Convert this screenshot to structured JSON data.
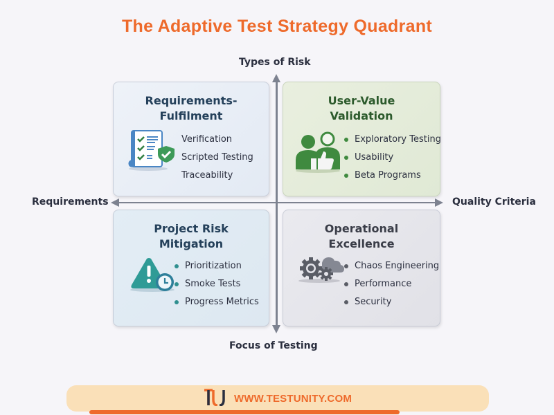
{
  "title": "The Adaptive Test Strategy Quadrant",
  "axes": {
    "top": "Types of Risk",
    "bottom": "Focus of Testing",
    "left": "Requirements",
    "right": "Quality Criteria"
  },
  "quadrants": [
    {
      "position": "top-left",
      "title_line1": "Requirements-",
      "title_line2": "Fulfilment",
      "icon": "checklist-document-icon",
      "items": [
        "Verification",
        "Scripted Testing",
        "Traceability"
      ],
      "bullets": false,
      "accent": "#3a7ab8"
    },
    {
      "position": "top-right",
      "title_line1": "User-Value",
      "title_line2": "Validation",
      "icon": "users-thumbs-up-icon",
      "items": [
        "Exploratory Testing",
        "Usability",
        "Beta Programs"
      ],
      "bullets": true,
      "accent": "#3f8a3f"
    },
    {
      "position": "bottom-left",
      "title_line1": "Project Risk",
      "title_line2": "Mitigation",
      "icon": "warning-clock-icon",
      "items": [
        "Prioritization",
        "Smoke Tests",
        "Progress Metrics"
      ],
      "bullets": true,
      "accent": "#2f8f8f"
    },
    {
      "position": "bottom-right",
      "title_line1": "Operational",
      "title_line2": "Excellence",
      "icon": "gears-cloud-icon",
      "items": [
        "Chaos Engineering",
        "Performance",
        "Security"
      ],
      "bullets": true,
      "accent": "#5a5d66"
    }
  ],
  "footer": {
    "logo": "TU",
    "url": "WWW.TESTUNITY.COM",
    "brand_color": "#ee6a2b"
  }
}
